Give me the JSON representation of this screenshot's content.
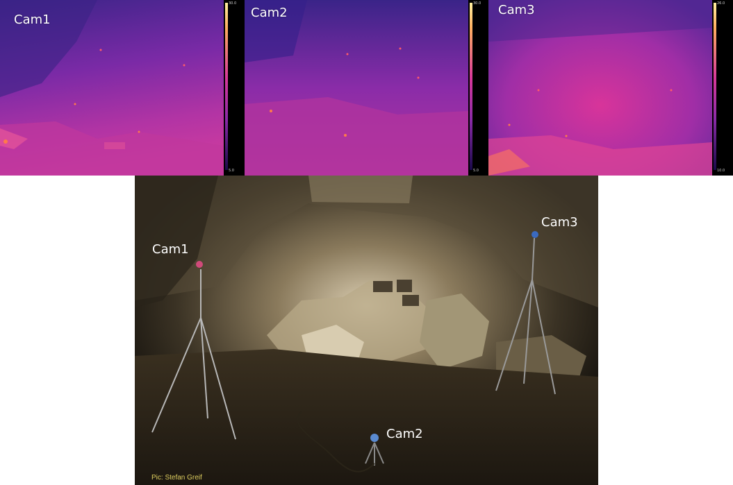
{
  "thermal_panels": [
    {
      "label": "Cam1",
      "scale_max": "30.0",
      "scale_min": "5.0"
    },
    {
      "label": "Cam2",
      "scale_max": "30.0",
      "scale_min": "5.0"
    },
    {
      "label": "Cam3",
      "scale_max": "26.0",
      "scale_min": "10.0"
    }
  ],
  "photo": {
    "labels": {
      "cam1": "Cam1",
      "cam2": "Cam2",
      "cam3": "Cam3"
    },
    "credit": "Pic: Stefan Greif"
  },
  "colors": {
    "thermal_cold": "#2a1a78",
    "thermal_mid": "#8a2aa8",
    "thermal_warm": "#d8389a",
    "scale_top": "#fff0a0",
    "scale_bottom": "#1a0a4a",
    "credit": "#e0d060"
  }
}
